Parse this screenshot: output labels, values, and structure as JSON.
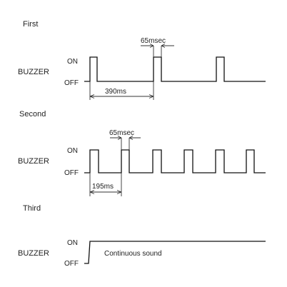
{
  "sections": [
    {
      "title": "First",
      "signal": "BUZZER",
      "on_label": "ON",
      "off_label": "OFF",
      "pulse_width": "65msec",
      "period": "390ms",
      "note": ""
    },
    {
      "title": "Second",
      "signal": "BUZZER",
      "on_label": "ON",
      "off_label": "OFF",
      "pulse_width": "65msec",
      "period": "195ms",
      "note": ""
    },
    {
      "title": "Third",
      "signal": "BUZZER",
      "on_label": "ON",
      "off_label": "OFF",
      "pulse_width": "",
      "period": "",
      "note": "Continuous sound"
    }
  ]
}
